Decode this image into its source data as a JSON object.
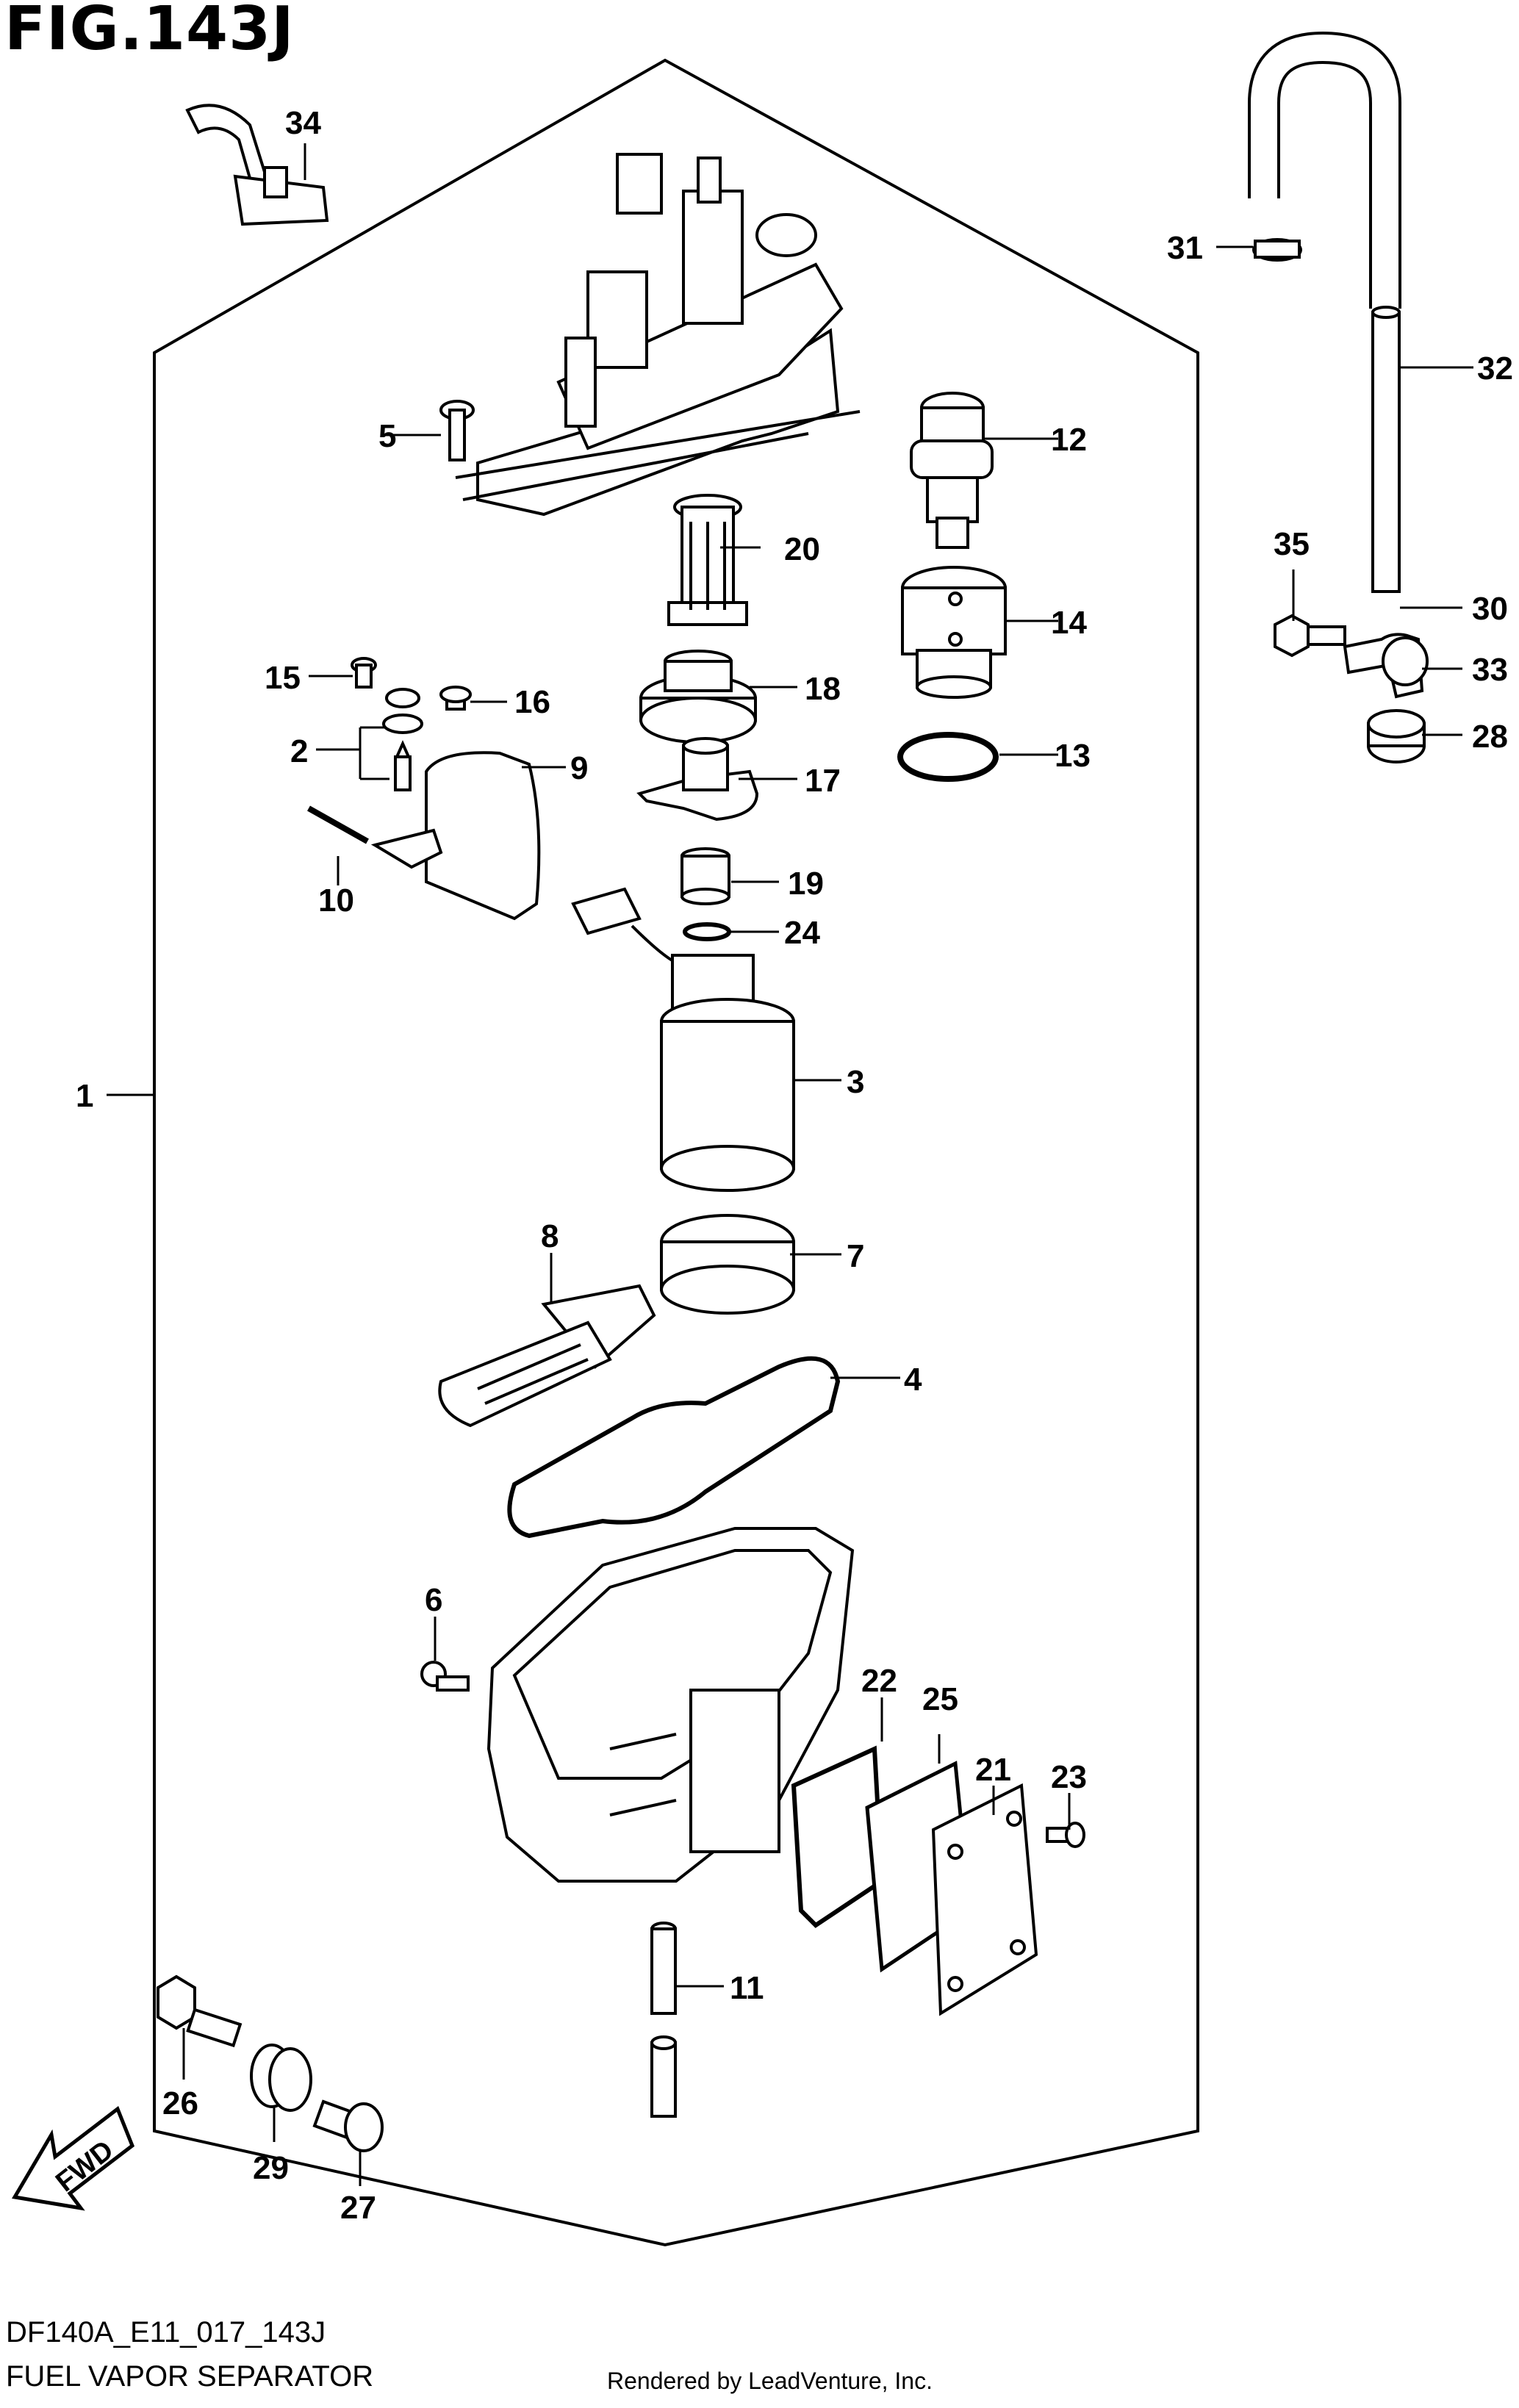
{
  "figure_title": "FIG.143J",
  "drawing_code": "DF140A_E11_017_143J",
  "drawing_name": "FUEL VAPOR SEPARATOR",
  "render_credit": "Rendered by LeadVenture, Inc.",
  "direction_arrow_text": "FWD",
  "callouts": [
    "1",
    "2",
    "3",
    "4",
    "5",
    "6",
    "7",
    "8",
    "9",
    "10",
    "11",
    "12",
    "13",
    "14",
    "15",
    "16",
    "17",
    "18",
    "19",
    "20",
    "21",
    "22",
    "23",
    "24",
    "25",
    "26",
    "27",
    "28",
    "29",
    "30",
    "31",
    "32",
    "33",
    "34",
    "35"
  ]
}
